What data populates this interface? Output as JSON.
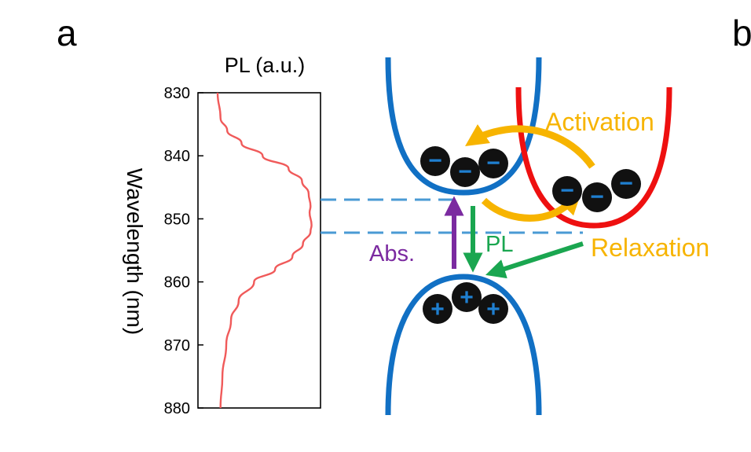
{
  "panel_labels": {
    "a": "a",
    "b": "b"
  },
  "chart_data": {
    "type": "line",
    "title": "PL (a.u.)",
    "ylabel": "Wavelength (nm)",
    "ylim": [
      880,
      830
    ],
    "y_ticks": [
      "830",
      "840",
      "850",
      "860",
      "870",
      "880"
    ],
    "orientation": "vertical-wavelength-axis",
    "series": [
      {
        "color": "#f05a5a",
        "points": [
          {
            "wavelength": 830,
            "pl": 0.0
          },
          {
            "wavelength": 834,
            "pl": 0.03
          },
          {
            "wavelength": 836,
            "pl": 0.1
          },
          {
            "wavelength": 838,
            "pl": 0.25
          },
          {
            "wavelength": 840,
            "pl": 0.47
          },
          {
            "wavelength": 842,
            "pl": 0.74
          },
          {
            "wavelength": 844,
            "pl": 0.88
          },
          {
            "wavelength": 846,
            "pl": 0.95
          },
          {
            "wavelength": 848,
            "pl": 0.97
          },
          {
            "wavelength": 849,
            "pl": 0.96
          },
          {
            "wavelength": 851,
            "pl": 0.98
          },
          {
            "wavelength": 852,
            "pl": 0.97
          },
          {
            "wavelength": 854,
            "pl": 0.89
          },
          {
            "wavelength": 856,
            "pl": 0.78
          },
          {
            "wavelength": 858,
            "pl": 0.6
          },
          {
            "wavelength": 860,
            "pl": 0.38
          },
          {
            "wavelength": 863,
            "pl": 0.22
          },
          {
            "wavelength": 866,
            "pl": 0.14
          },
          {
            "wavelength": 870,
            "pl": 0.09
          },
          {
            "wavelength": 875,
            "pl": 0.05
          },
          {
            "wavelength": 880,
            "pl": 0.03
          }
        ]
      }
    ]
  },
  "diagram": {
    "labels": {
      "activation": "Activation",
      "relaxation": "Relaxation",
      "absorption": "Abs.",
      "pl": "PL"
    },
    "electron_sign": "−",
    "hole_sign": "+",
    "colors": {
      "band": "#1170c4",
      "dark_band": "#ee1010",
      "activation": "#f7b400",
      "absorption": "#7b2aa0",
      "pl": "#1aa650",
      "dashed": "#4a9ad4",
      "carrier": "#111111",
      "carrier_sign": "#1f7fd0"
    }
  }
}
